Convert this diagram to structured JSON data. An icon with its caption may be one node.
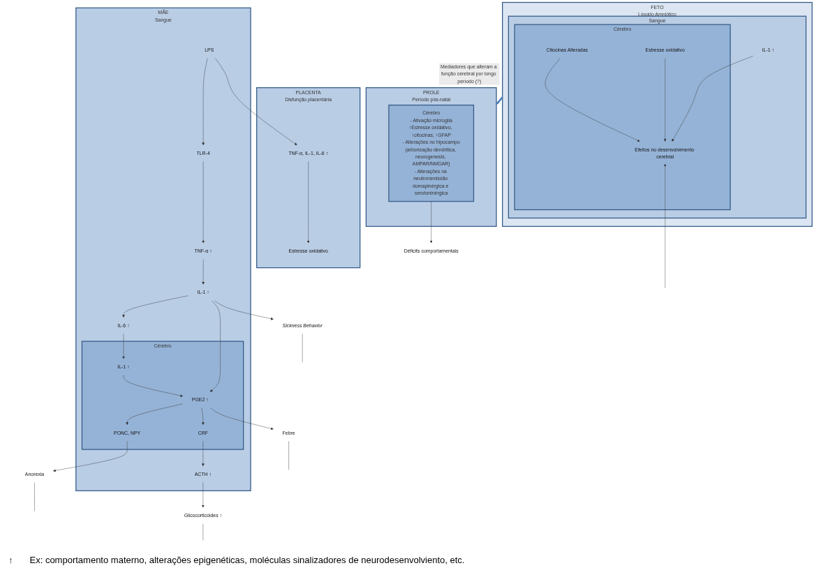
{
  "diagram": {
    "nodes": [
      {
        "text": [
          "MÃE",
          "Sangue"
        ]
      },
      {
        "text": [
          "LPS"
        ],
        "in": 0
      },
      {
        "text": [
          "TLR-4"
        ],
        "in": 0
      },
      {
        "text": [
          "TNF-α ↑"
        ],
        "in": 0
      },
      {
        "text": [
          "IL-1 ↑"
        ],
        "in": 0
      },
      {
        "text": [
          "IL-6 ↑"
        ],
        "in": 0
      },
      {
        "text": [
          "Cérebro"
        ],
        "in": 0
      },
      {
        "text": [
          "IL-1 ↑"
        ],
        "in": 6
      },
      {
        "text": [
          "PGE2 ↑"
        ],
        "in": 6
      },
      {
        "text": [
          "PONC, NPY"
        ],
        "in": 6
      },
      {
        "text": [
          "CRF"
        ],
        "in": 6
      },
      {
        "text": [
          "ACTH ↑"
        ],
        "in": 0
      },
      {
        "text": [
          "Febre"
        ]
      },
      {
        "text": [
          "Sickness Behavior"
        ]
      },
      {
        "text": [
          "Anorexia"
        ]
      },
      {
        "text": [
          "Glicocorticóides ↑"
        ]
      },
      {
        "text": [
          "PLACENTA",
          "Disfunção placentária"
        ]
      },
      {
        "text": [
          "TNF-α, IL-1, IL-6 ↑"
        ],
        "in": 16
      },
      {
        "text": [
          "Estresse oxidativo"
        ],
        "in": 16
      },
      {
        "text": [
          "FETO",
          "Líquido Amniótico"
        ]
      },
      {
        "text": [
          "Sangue"
        ],
        "in": 19
      },
      {
        "text": [
          "IL-1 ↑"
        ],
        "in": 20
      },
      {
        "text": [
          "Cérebro"
        ],
        "in": 20
      },
      {
        "text": [
          "Citocinas Alteradas"
        ],
        "in": 22
      },
      {
        "text": [
          "Estresse oxidativo"
        ],
        "in": 22
      },
      {
        "text": [
          "Efeitos no desenvolvimento cerebral"
        ],
        "in": 22
      },
      {
        "text": [
          "PROLE",
          "Período pós-natal"
        ]
      },
      {
        "text": [
          "Cérebro",
          "- Ativação microglia",
          "↑Estresse oxidativo, ↑citocinas, ↑GFAP",
          "- Alterações no hipocampo",
          "(arborização dendritica, neurogenesis, AMPAR/NMDAR)",
          "- Alterações na neutronsmissão domapinérgica e serotoninérgica"
        ],
        "in": 26
      },
      {
        "text": [
          "Déficits comportamentais"
        ]
      }
    ],
    "edges": [
      {
        "from": 1,
        "to": 2,
        "arrow": "to"
      },
      {
        "from": 2,
        "to": 3,
        "arrow": "to"
      },
      {
        "from": 3,
        "to": 4,
        "arrow": "to"
      },
      {
        "from": 4,
        "to": 5,
        "arrow": "to"
      },
      {
        "from": 1,
        "to": 17,
        "arrow": "to"
      },
      {
        "from": 5,
        "to": 7,
        "arrow": "to"
      },
      {
        "from": 4,
        "to": 8,
        "arrow": "to"
      },
      {
        "from": 7,
        "to": 8,
        "arrow": "to"
      },
      {
        "from": 8,
        "to": 9,
        "arrow": "to"
      },
      {
        "from": 8,
        "to": 10,
        "arrow": "to"
      },
      {
        "from": 8,
        "to": 12,
        "arrow": "to"
      },
      {
        "from": 4,
        "to": 13,
        "arrow": "to"
      },
      {
        "from": 9,
        "to": 14,
        "arrow": "to"
      },
      {
        "from": 10,
        "to": 11,
        "arrow": "to"
      },
      {
        "from": 11,
        "to": 15,
        "arrow": "to"
      },
      {
        "from": 12,
        "to": null,
        "arrow": "none"
      },
      {
        "from": 13,
        "to": null,
        "arrow": "none"
      },
      {
        "from": 14,
        "to": null,
        "arrow": "none"
      },
      {
        "from": 15,
        "to": null,
        "arrow": "none"
      },
      {
        "from": 17,
        "to": 18,
        "arrow": "to"
      },
      {
        "from": 21,
        "to": 25,
        "arrow": "to"
      },
      {
        "from": 23,
        "to": 25,
        "arrow": "to"
      },
      {
        "from": 24,
        "to": 25,
        "arrow": "to"
      },
      {
        "from": null,
        "to": 25,
        "arrow": "to"
      },
      {
        "from": 19,
        "to": 26,
        "arrow": "to",
        "label": "Mediadores que alteram a função cerebral por longo período (?)",
        "style": "thick",
        "color": "#4f81bd"
      },
      {
        "from": 27,
        "to": 28,
        "arrow": "to"
      }
    ],
    "labels": [
      "↑",
      "Ex: comportamento materno, alterações epigenéticas, moléculas sinalizadores de neurodesenvolviento, etc."
    ]
  }
}
